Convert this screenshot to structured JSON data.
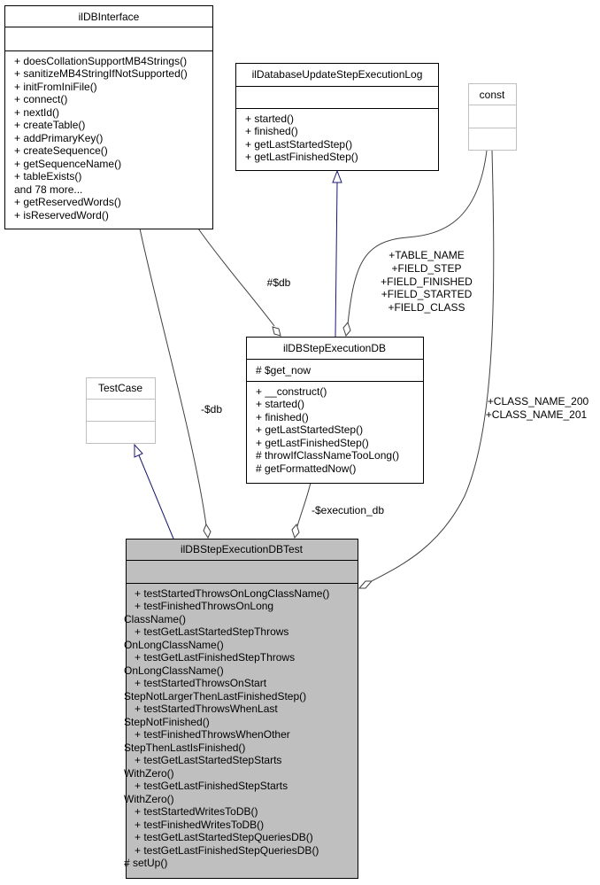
{
  "classes": {
    "ilDBInterface": {
      "name": "ilDBInterface",
      "attributes": [],
      "operations": [
        "+ doesCollationSupportMB4Strings()",
        "+ sanitizeMB4StringIfNotSupported()",
        "+ initFromIniFile()",
        "+ connect()",
        "+ nextId()",
        "+ createTable()",
        "+ addPrimaryKey()",
        "+ createSequence()",
        "+ getSequenceName()",
        "+ tableExists()",
        "and 78 more...",
        "+ getReservedWords()",
        "+ isReservedWord()"
      ]
    },
    "ilDatabaseUpdateStepExecutionLog": {
      "name": "ilDatabaseUpdateStepExecutionLog",
      "attributes": [],
      "operations": [
        "+ started()",
        "+ finished()",
        "+ getLastStartedStep()",
        "+ getLastFinishedStep()"
      ]
    },
    "const": {
      "name": "const",
      "attributes": [],
      "operations": []
    },
    "ilDBStepExecutionDB": {
      "name": "ilDBStepExecutionDB",
      "attributes": [
        "# $get_now"
      ],
      "operations": [
        "+ __construct()",
        "+ started()",
        "+ finished()",
        "+ getLastStartedStep()",
        "+ getLastFinishedStep()",
        "# throwIfClassNameTooLong()",
        "# getFormattedNow()"
      ]
    },
    "TestCase": {
      "name": "TestCase",
      "attributes": [],
      "operations": []
    },
    "ilDBStepExecutionDBTest": {
      "name": "ilDBStepExecutionDBTest",
      "attributes": [],
      "operations": [
        "+ testStartedThrowsOnLongClassName()",
        "+ testFinishedThrowsOnLong",
        "ClassName()",
        "+ testGetLastStartedStepThrows",
        "OnLongClassName()",
        "+ testGetLastFinishedStepThrows",
        "OnLongClassName()",
        "+ testStartedThrowsOnStart",
        "StepNotLargerThenLastFinishedStep()",
        "+ testStartedThrowsWhenLast",
        "StepNotFinished()",
        "+ testFinishedThrowsWhenOther",
        "StepThenLastIsFinished()",
        "+ testGetLastStartedStepStarts",
        "WithZero()",
        "+ testGetLastFinishedStepStarts",
        "WithZero()",
        "+ testStartedWritesToDB()",
        "+ testFinishedWritesToDB()",
        "+ testGetLastStartedStepQueriesDB()",
        "+ testGetLastFinishedStepQueriesDB()",
        "# setUp()"
      ]
    }
  },
  "edges": {
    "db_to_step_exec": [
      "#$db"
    ],
    "const_to_step_exec": [
      "+TABLE_NAME",
      "+FIELD_STEP",
      "+FIELD_FINISHED",
      "+FIELD_STARTED",
      "+FIELD_CLASS"
    ],
    "db_to_test": [
      "-$db"
    ],
    "const_to_test": [
      "+CLASS_NAME_200",
      "+CLASS_NAME_201"
    ],
    "step_exec_to_test": [
      "-$execution_db"
    ]
  },
  "colors": {
    "border": "#000000",
    "grey_border": "#bfbfbf",
    "highlight_fill": "#bfbfbf",
    "edge": "#404040",
    "inheritance": "#191970"
  }
}
